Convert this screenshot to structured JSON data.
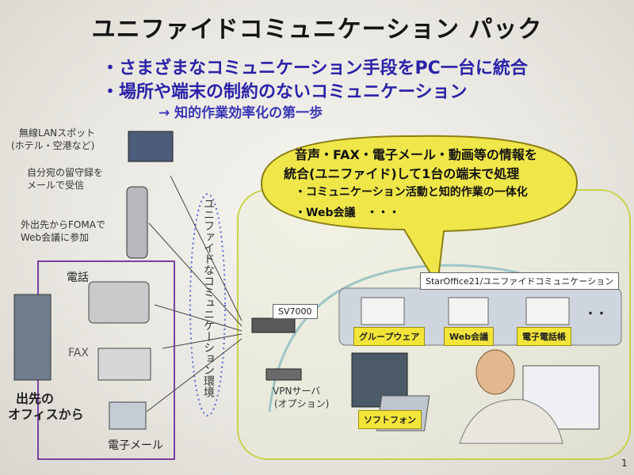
{
  "title": "ユニファイドコミュニケーション パック",
  "bullets": [
    "・さまざまなコミュニケーション手段をPC一台に統合",
    "・場所や端末の制約のないコミュニケーション"
  ],
  "sub_bullet": "→ 知的作業効率化の第一歩",
  "left_labels": {
    "hotspot": "無線LANスポット",
    "hotspot_paren": "(ホテル・空港など)",
    "voicemail_line1": "自分宛の留守録を",
    "voicemail_line2": "メールで受信",
    "foma_line1": "外出先からFOMAで",
    "foma_line2": "Web会議に参加",
    "phone": "電話",
    "fax": "FAX",
    "email": "電子メール",
    "office_line1": "出先の",
    "office_line2": "オフィスから"
  },
  "vertical_text": "ユニファイドなコミュニケーション環境",
  "bubble": {
    "line1": "音声・FAX・電子メール・動画等の情報を",
    "line2": "統合(ユニファイド)して1台の端末で処理",
    "line3": "・コミュニケーション活動と知的作業の一体化",
    "line4": "・Web会議　・・・"
  },
  "system": {
    "staroffice": "StarOffice21/ユニファイドコミュニケーション",
    "sv7000": "SV7000",
    "vpn_line1": "VPNサーバ",
    "vpn_line2": "(オプション)",
    "softphone": "ソフトフォン",
    "apps": [
      "グループウェア",
      "Web会議",
      "電子電話帳"
    ],
    "ellipsis": "・・"
  },
  "page_number": "1",
  "colors": {
    "bullet": "#2a22a8",
    "bubble_fill": "#efe64a",
    "platform_border": "#c8d24a",
    "purple_box": "#7a3fa0",
    "yellow_label": "#f3e43a"
  }
}
